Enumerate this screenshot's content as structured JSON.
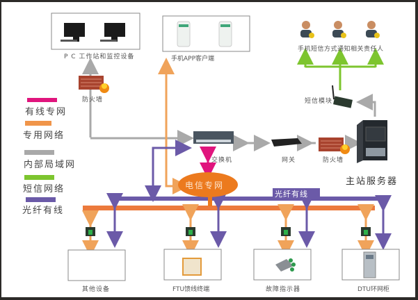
{
  "legend": [
    {
      "label": "有线专网",
      "color": "#e0157d"
    },
    {
      "label": "专用网络",
      "color": "#f0954a"
    },
    {
      "label": "内部局域网",
      "color": "#a9a9a9"
    },
    {
      "label": "短信网络",
      "color": "#7dc52e"
    },
    {
      "label": "光纤有线",
      "color": "#6b5aa8"
    }
  ],
  "nodes": {
    "pc_workstation": "P C 工作站和监控设备",
    "mobile_app": "手机APP客户端",
    "sms_recipients": "手机短信方式通知相关责任人",
    "firewall_top": "防火墙",
    "sms_module": "短信模块",
    "switch": "交换机",
    "gateway": "网关",
    "firewall_right": "防火墙",
    "main_server": "主站服务器",
    "telecom_network": "电信专网",
    "fiber_bus": "光纤有线",
    "other_devices": "其他设备",
    "ftu": "FTU馈线终端",
    "fault_indicator": "故障指示器",
    "dtu": "DTU环网柜"
  },
  "colors": {
    "orange_bus": "#ec7a3c",
    "purple_bus": "#6b5aa8",
    "gray_line": "#a9a9a9",
    "green_line": "#7dc52e",
    "magenta_line": "#e0157d",
    "light_orange": "#f0a35a",
    "telecom_fill": "#ec7a1e"
  }
}
